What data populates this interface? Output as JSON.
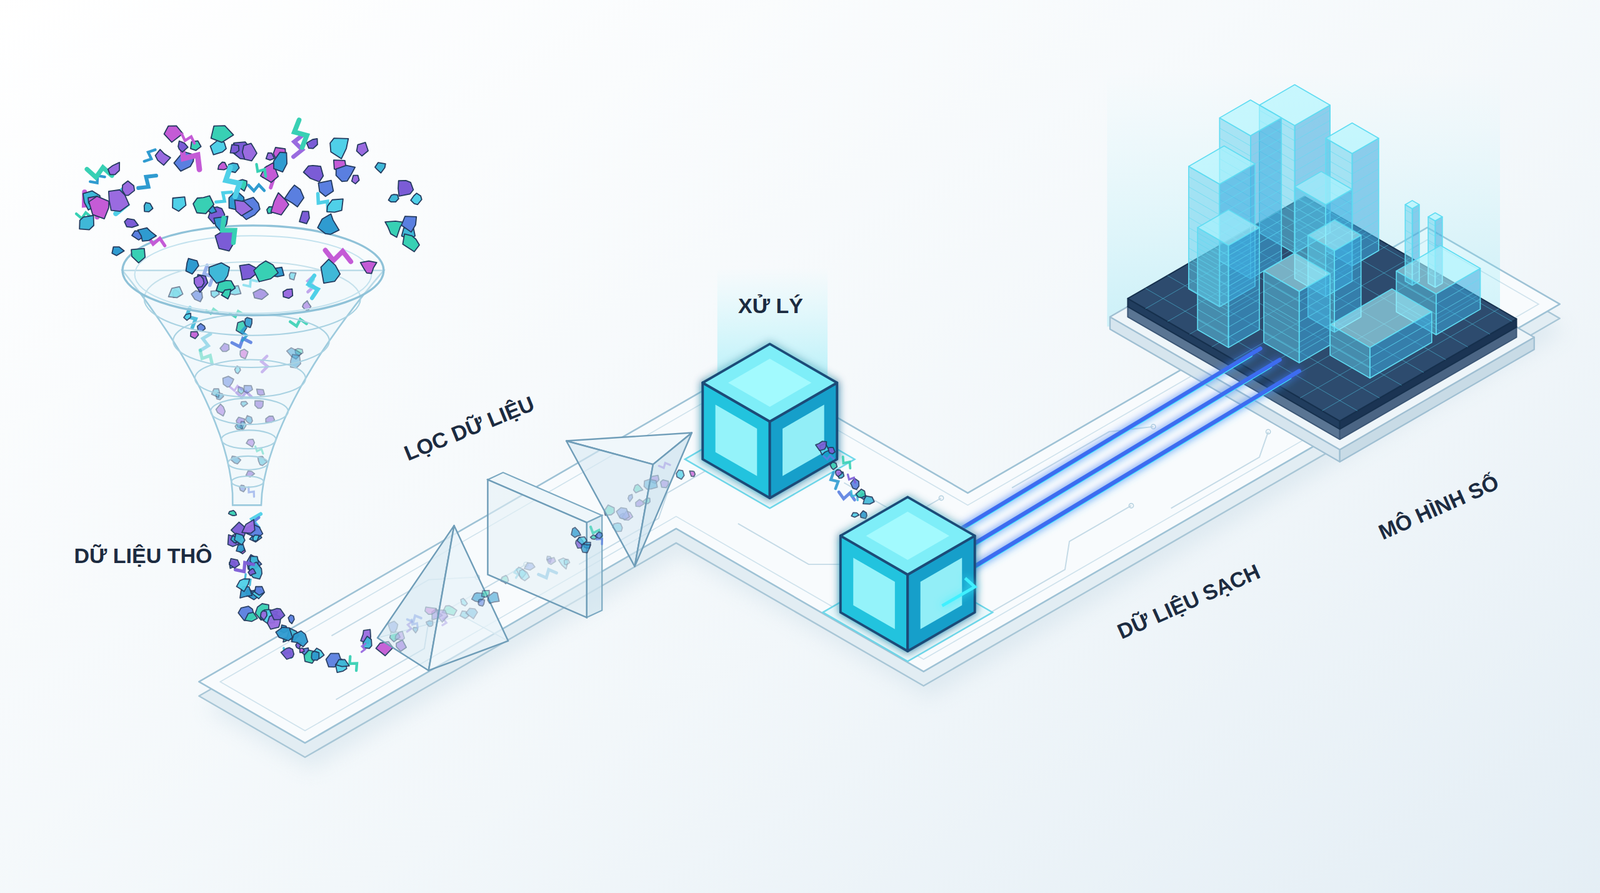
{
  "diagram": {
    "labels": [
      "DỮ LIỆU THÔ",
      "LỌC DỮ LIỆU",
      "XỬ LÝ",
      "DỮ LIỆU SẠCH",
      "MÔ HÌNH SỐ"
    ]
  }
}
